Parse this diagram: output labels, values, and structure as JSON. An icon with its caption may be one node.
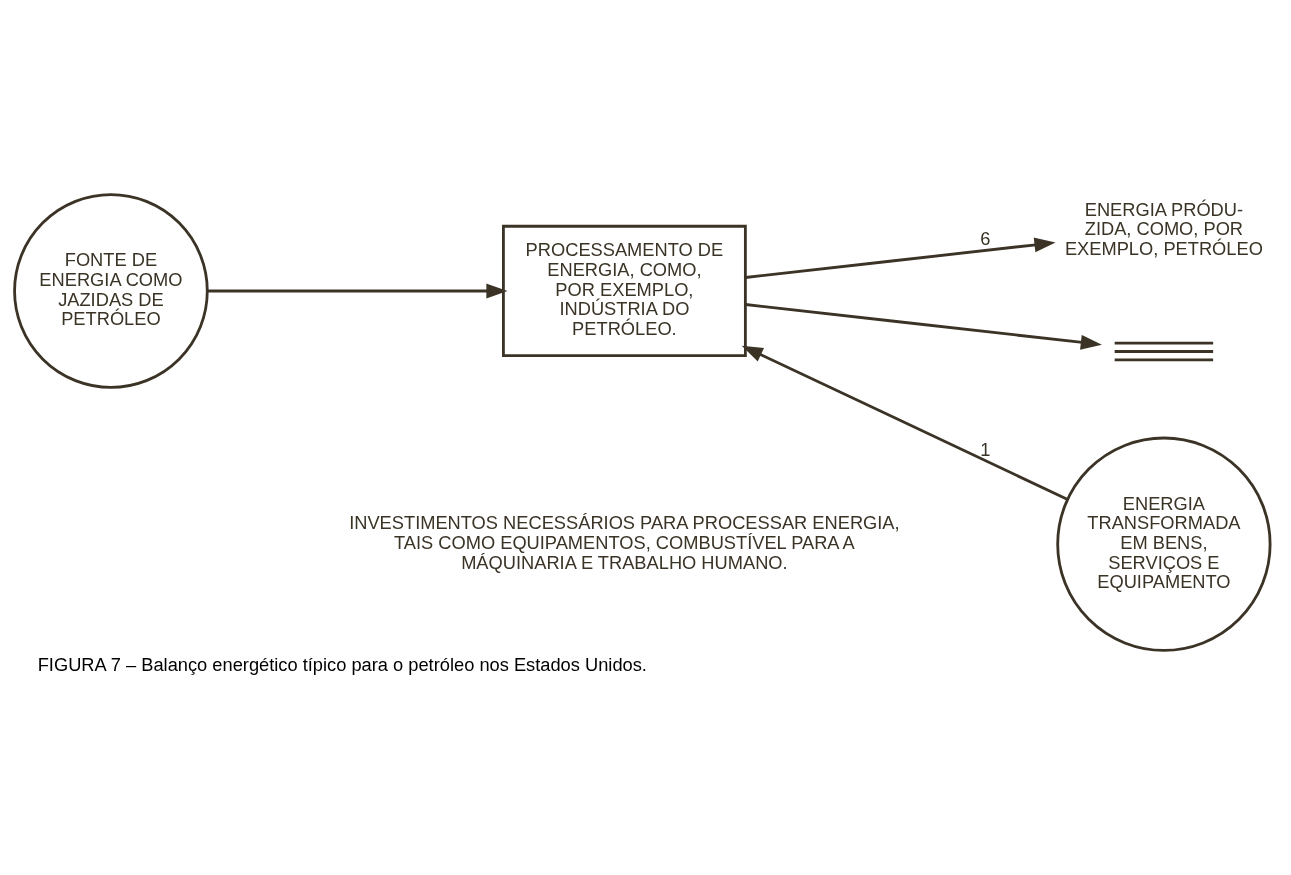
{
  "diagram": {
    "caption": "FIGURA 7 – Balanço energético típico para o petróleo nos Estados Unidos.",
    "nodes": [
      {
        "text": [
          "FONTE DE ENERGIA COMO JAZIDAS DE PETRÓLEO"
        ]
      },
      {
        "text": [
          "PROCESSAMENTO DE ENERGIA, COMO, POR EXEMPLO, INDÚSTRIA DO PETRÓLEO."
        ]
      },
      {
        "text": [
          "ENERGIA TRANSFORMADA EM BENS, SERVIÇOS E EQUIPAMENTO"
        ]
      },
      {
        "text": [
          "ENERGIA PRÓDU- ZIDA, COMO, POR EXEMPLO, PETRÓLEO"
        ]
      },
      {
        "text": [],
        "shape": "ground"
      }
    ],
    "edges": [
      {
        "from": 0,
        "to": 1,
        "arrow": "to"
      },
      {
        "from": 1,
        "to": 3,
        "arrow": "to",
        "label": "6"
      },
      {
        "from": 2,
        "to": 1,
        "arrow": "to",
        "label": "1"
      },
      {
        "from": 1,
        "to": 4,
        "arrow": "to"
      }
    ],
    "labels": [
      "INVESTIMENTOS NECESSÁRIOS PARA PROCESSAR ENERGIA, TAIS COMO EQUIPAMENTOS, COMBUSTÍVEL PARA A MÁQUINARIA E TRABALHO HUMANO."
    ]
  }
}
